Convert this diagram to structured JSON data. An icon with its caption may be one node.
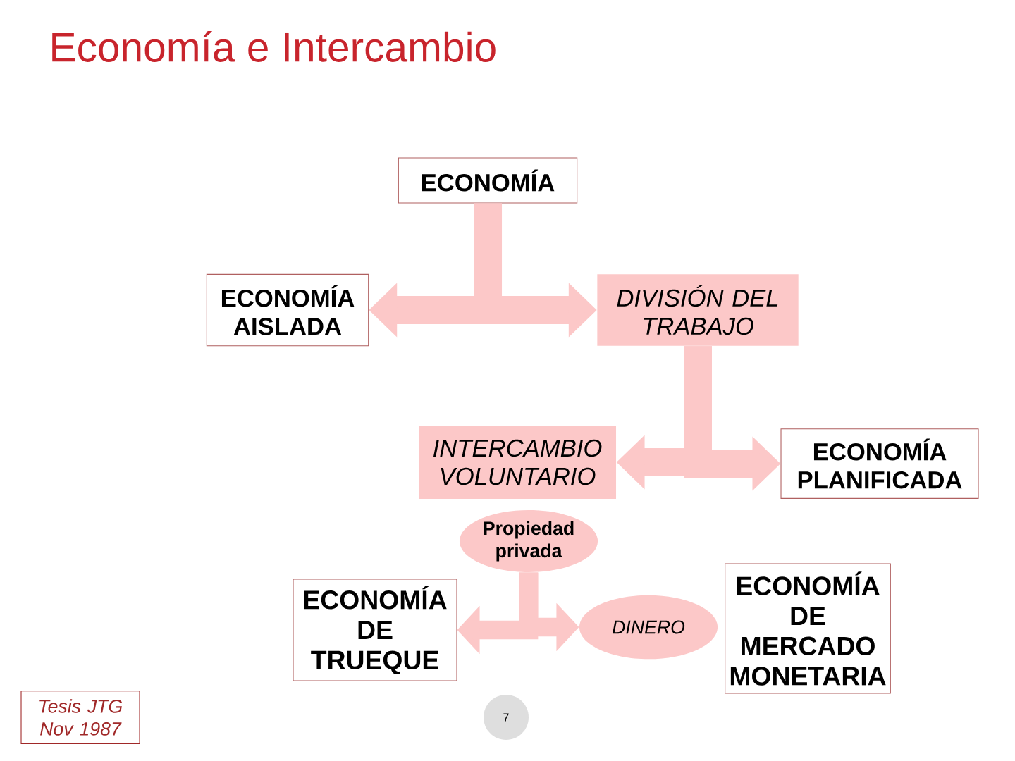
{
  "diagram": {
    "title": "Economía e Intercambio",
    "nodes": [
      {
        "text": [
          "ECONOMÍA"
        ]
      },
      {
        "text": [
          "ECONOMÍA AISLADA"
        ]
      },
      {
        "text": [
          "DIVISIÓN DEL TRABAJO"
        ]
      },
      {
        "text": [
          "INTERCAMBIO VOLUNTARIO"
        ]
      },
      {
        "text": [
          "ECONOMÍA PLANIFICADA"
        ]
      },
      {
        "text": [
          "Propiedad privada"
        ]
      },
      {
        "text": [
          "ECONOMÍA DE TRUEQUE"
        ]
      },
      {
        "text": [
          "DINERO"
        ]
      },
      {
        "text": [
          "ECONOMÍA DE MERCADO MONETARIA"
        ]
      },
      {
        "text": [
          "Tesis JTG Nov 1987"
        ]
      },
      {
        "text": [
          "7"
        ]
      }
    ],
    "edges": [
      {
        "from": 0,
        "to": 1,
        "arrow": "to"
      },
      {
        "from": 0,
        "to": 2,
        "arrow": "to"
      },
      {
        "from": 2,
        "to": 3,
        "arrow": "to"
      },
      {
        "from": 2,
        "to": 4,
        "arrow": "to"
      },
      {
        "from": 5,
        "to": 6,
        "arrow": "to"
      },
      {
        "from": 5,
        "to": 7,
        "arrow": "to"
      }
    ]
  }
}
